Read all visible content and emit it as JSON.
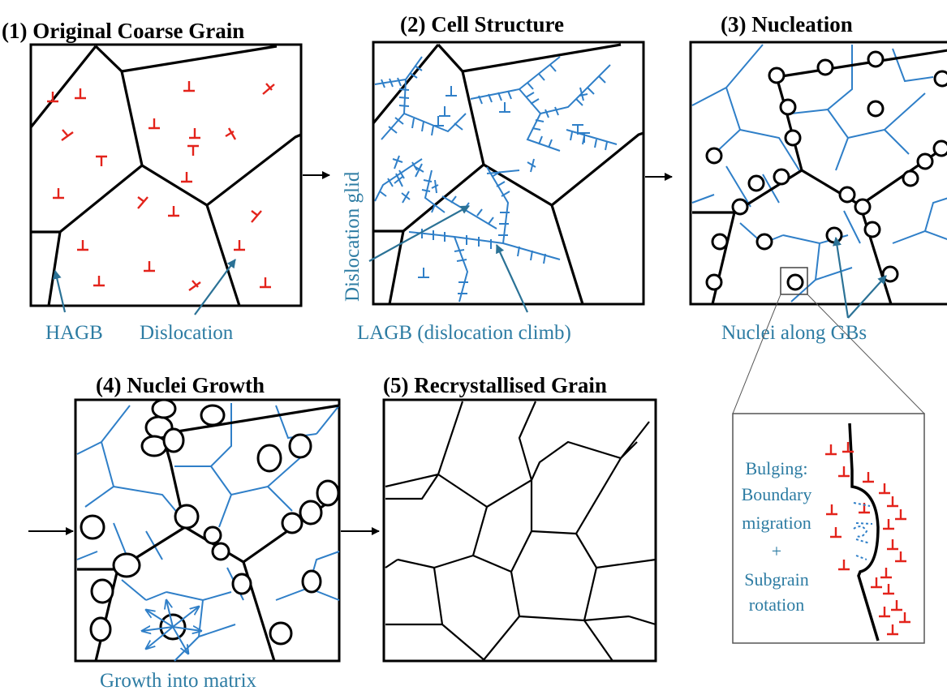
{
  "panels": [
    {
      "title": "(1) Original Coarse Grain"
    },
    {
      "title": "(2) Cell Structure"
    },
    {
      "title": "(3) Nucleation"
    },
    {
      "title": "(4) Nuclei Growth"
    },
    {
      "title": "(5) Recrystallised Grain"
    }
  ],
  "labels": {
    "hagb": "HAGB",
    "dislocation": "Dislocation",
    "dislocation_glide": "Dislocation glid",
    "lagb": "LAGB (dislocation climb)",
    "nuclei_along_gbs": "Nuclei along GBs",
    "growth_into_matrix": "Growth into matrix"
  },
  "inset": {
    "lines": [
      "Bulging:",
      "Boundary",
      "migration",
      "+",
      "Subgrain",
      "rotation"
    ]
  },
  "colors": {
    "hagb": "#000000",
    "lagb": "#2f7fc8",
    "dislocation": "#e3231b",
    "label": "#2d7ca3"
  }
}
